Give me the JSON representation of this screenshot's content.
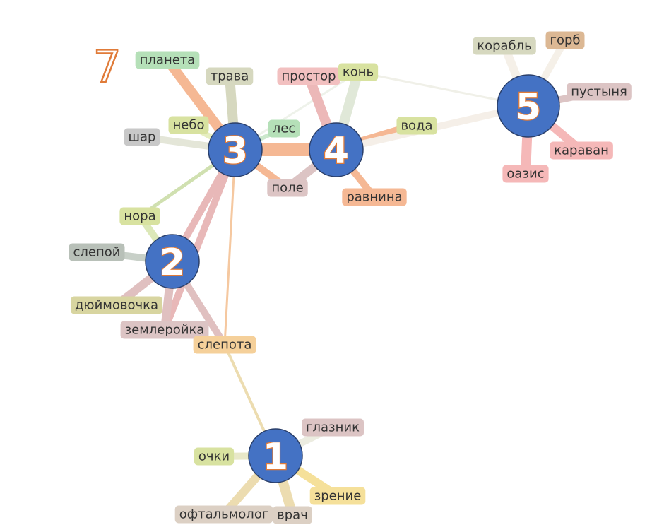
{
  "corner_number": "7",
  "hubs": [
    {
      "id": "h1",
      "label": "1"
    },
    {
      "id": "h2",
      "label": "2"
    },
    {
      "id": "h3",
      "label": "3"
    },
    {
      "id": "h4",
      "label": "4"
    },
    {
      "id": "h5",
      "label": "5"
    }
  ],
  "words": [
    {
      "id": "planeta",
      "text": "планета",
      "color": "#b5e0b8"
    },
    {
      "id": "trava",
      "text": "трава",
      "color": "#d6d8bf"
    },
    {
      "id": "nebo",
      "text": "небо",
      "color": "#d8e2a0"
    },
    {
      "id": "shar",
      "text": "шар",
      "color": "#c8c8c8"
    },
    {
      "id": "les",
      "text": "лес",
      "color": "#b5e0b8"
    },
    {
      "id": "prostor",
      "text": "простор",
      "color": "#f2c0c0"
    },
    {
      "id": "kon",
      "text": "конь",
      "color": "#d8e2a0"
    },
    {
      "id": "voda",
      "text": "вода",
      "color": "#d8e2a0"
    },
    {
      "id": "pole",
      "text": "поле",
      "color": "#dcc4c4"
    },
    {
      "id": "ravnina",
      "text": "равнина",
      "color": "#f5b894"
    },
    {
      "id": "nora",
      "text": "нора",
      "color": "#d8e2a0"
    },
    {
      "id": "slepoy",
      "text": "слепой",
      "color": "#b8c0b8"
    },
    {
      "id": "dyuymovochka",
      "text": "дюймовочка",
      "color": "#d8d5a0"
    },
    {
      "id": "zemleroyka",
      "text": "землеройка",
      "color": "#dcc4c4"
    },
    {
      "id": "slepota",
      "text": "слепота",
      "color": "#f5d09a"
    },
    {
      "id": "korabl",
      "text": "корабль",
      "color": "#d6d8bf"
    },
    {
      "id": "gorb",
      "text": "горб",
      "color": "#dcb894"
    },
    {
      "id": "pustynya",
      "text": "пустыня",
      "color": "#dcc4c4"
    },
    {
      "id": "karavan",
      "text": "караван",
      "color": "#f5b8b8"
    },
    {
      "id": "oazis",
      "text": "оазис",
      "color": "#f5b8b8"
    },
    {
      "id": "glaznik",
      "text": "глазник",
      "color": "#dcc4c4"
    },
    {
      "id": "ochki",
      "text": "очки",
      "color": "#d8e2a0"
    },
    {
      "id": "zrenie",
      "text": "зрение",
      "color": "#f5e09a"
    },
    {
      "id": "oftalmolog",
      "text": "офтальмолог",
      "color": "#dcd0c4"
    },
    {
      "id": "vrach",
      "text": "врач",
      "color": "#dcd0c4"
    }
  ],
  "edges": [
    {
      "from": "h3",
      "to": "planeta",
      "color": "#f5b894",
      "weight": 14
    },
    {
      "from": "h3",
      "to": "trava",
      "color": "#d6d8bf",
      "weight": 14
    },
    {
      "from": "h3",
      "to": "nebo",
      "color": "#e6eec0",
      "weight": 8
    },
    {
      "from": "h3",
      "to": "shar",
      "color": "#e4e6d8",
      "weight": 10
    },
    {
      "from": "h3",
      "to": "les",
      "color": "#cce8cc",
      "weight": 6
    },
    {
      "from": "h3",
      "to": "pole",
      "color": "#f5b894",
      "weight": 10
    },
    {
      "from": "h3",
      "to": "h4",
      "color": "#f5b894",
      "weight": 18
    },
    {
      "from": "h3",
      "to": "nora",
      "color": "#d0e0b0",
      "weight": 5
    },
    {
      "from": "h3",
      "to": "zemleroyka",
      "color": "#e8b8b8",
      "weight": 10
    },
    {
      "from": "h3",
      "to": "slepota",
      "color": "#f5c8a0",
      "weight": 3
    },
    {
      "from": "h3",
      "to": "kon",
      "color": "#eef2ea",
      "weight": 3
    },
    {
      "from": "h4",
      "to": "prostor",
      "color": "#ecb8b8",
      "weight": 14
    },
    {
      "from": "h4",
      "to": "kon",
      "color": "#e0e8d8",
      "weight": 14
    },
    {
      "from": "h4",
      "to": "voda",
      "color": "#f5b894",
      "weight": 14
    },
    {
      "from": "h4",
      "to": "pole",
      "color": "#dcc4c4",
      "weight": 12
    },
    {
      "from": "h4",
      "to": "ravnina",
      "color": "#f5b894",
      "weight": 10
    },
    {
      "from": "h4",
      "to": "h5",
      "color": "#f5efe8",
      "weight": 10
    },
    {
      "from": "kon",
      "to": "h5",
      "color": "#f0f0e8",
      "weight": 3
    },
    {
      "from": "h5",
      "to": "korabl",
      "color": "#f5f0e8",
      "weight": 12
    },
    {
      "from": "h5",
      "to": "gorb",
      "color": "#f5f0e8",
      "weight": 10
    },
    {
      "from": "h5",
      "to": "pustynya",
      "color": "#dcc4c4",
      "weight": 10
    },
    {
      "from": "h5",
      "to": "karavan",
      "color": "#f5b8b8",
      "weight": 12
    },
    {
      "from": "h5",
      "to": "oazis",
      "color": "#f5b8b8",
      "weight": 14
    },
    {
      "from": "h2",
      "to": "nora",
      "color": "#dce8b8",
      "weight": 10
    },
    {
      "from": "h2",
      "to": "slepoy",
      "color": "#c8d0c8",
      "weight": 10
    },
    {
      "from": "h2",
      "to": "dyuymovochka",
      "color": "#e0c0c0",
      "weight": 12
    },
    {
      "from": "h2",
      "to": "zemleroyka",
      "color": "#e0c0c0",
      "weight": 12
    },
    {
      "from": "h2",
      "to": "slepota",
      "color": "#e0c0c0",
      "weight": 10
    },
    {
      "from": "h2",
      "to": "h3",
      "color": "#e8b8b8",
      "weight": 10
    },
    {
      "from": "slepota",
      "to": "h1",
      "color": "#ecdcb0",
      "weight": 4
    },
    {
      "from": "h1",
      "to": "glaznik",
      "color": "#ecece0",
      "weight": 10
    },
    {
      "from": "h1",
      "to": "ochki",
      "color": "#e8e8c8",
      "weight": 10
    },
    {
      "from": "h1",
      "to": "zrenie",
      "color": "#f5e09a",
      "weight": 12
    },
    {
      "from": "h1",
      "to": "oftalmolog",
      "color": "#ecdcb0",
      "weight": 12
    },
    {
      "from": "h1",
      "to": "vrach",
      "color": "#ecdcb0",
      "weight": 14
    }
  ]
}
